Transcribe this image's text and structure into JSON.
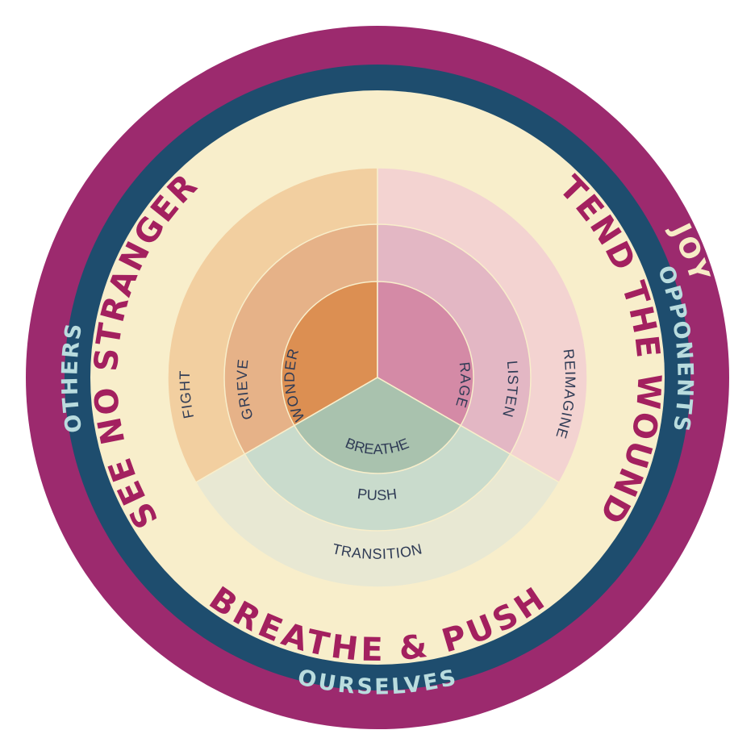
{
  "outer_ring": {
    "color": "#9c2a6e",
    "label": "JOY",
    "label_color": "#f7ecc6"
  },
  "middle_ring": {
    "color": "#1e4d6e",
    "labels": [
      "OTHERS",
      "OPPONENTS",
      "OURSELVES"
    ],
    "label_color": "#b9dcde"
  },
  "inner_ring": {
    "color": "#f8eecb",
    "labels": [
      "SEE NO STRANGER",
      "TEND THE WOUND",
      "BREATHE & PUSH"
    ],
    "label_color": "#a3205f"
  },
  "sectors": [
    {
      "id": "see-no-stranger",
      "rings": [
        {
          "label": "FIGHT",
          "color": "#f2cfa0"
        },
        {
          "label": "GRIEVE",
          "color": "#e6b288"
        },
        {
          "label": "WONDER",
          "color": "#dc8f52"
        }
      ]
    },
    {
      "id": "tend-the-wound",
      "rings": [
        {
          "label": "REIMAGINE",
          "color": "#f3d3d1"
        },
        {
          "label": "LISTEN",
          "color": "#e3b7c4"
        },
        {
          "label": "RAGE",
          "color": "#d48aa6"
        }
      ]
    },
    {
      "id": "breathe-and-push",
      "rings": [
        {
          "label": "TRANSITION",
          "color": "#e8e8d3"
        },
        {
          "label": "PUSH",
          "color": "#c9dbcc"
        },
        {
          "label": "BREATHE",
          "color": "#a9c2ae"
        }
      ]
    }
  ],
  "ring_text_color": "#2f3b55"
}
